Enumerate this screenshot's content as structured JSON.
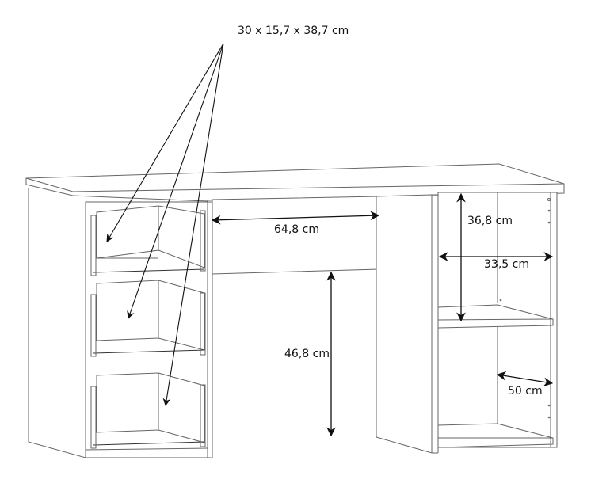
{
  "diagram": {
    "subject": "desk with drawers and open shelf cabinet",
    "labels": {
      "drawer_dims": "30 x 15,7 x 38,7 cm",
      "knee_width": "64,8 cm",
      "knee_height": "46,8 cm",
      "shelf_height": "36,8 cm",
      "shelf_width": "33,5 cm",
      "shelf_depth": "50 cm"
    },
    "colors": {
      "line": "#555555",
      "arrow": "#111111",
      "background": "#ffffff"
    }
  }
}
